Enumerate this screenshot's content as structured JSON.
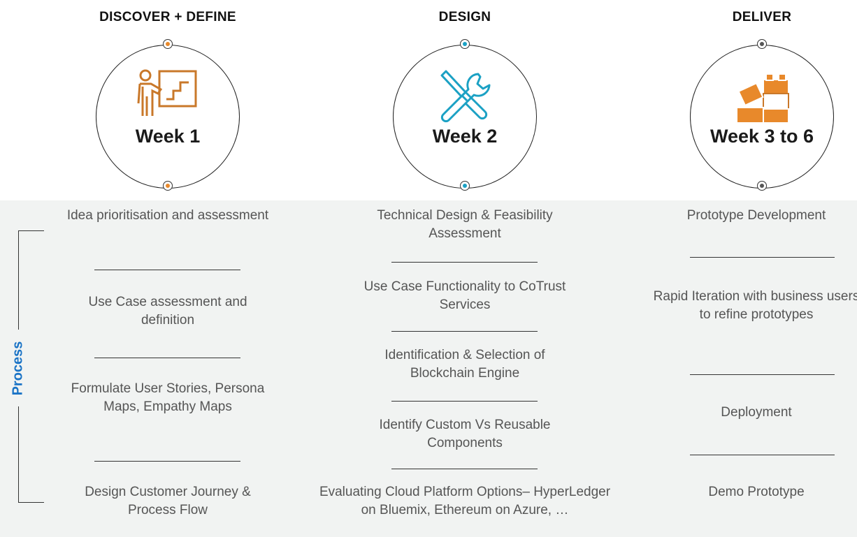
{
  "side_label": "Process",
  "phases": [
    {
      "title": "DISCOVER + DEFINE",
      "week": "Week 1",
      "icon": "presentation-icon",
      "accent": "#e8892b",
      "items": [
        "Idea prioritisation and assessment",
        "Use Case assessment and definition",
        "Formulate User Stories, Persona Maps, Empathy Maps",
        "Design Customer Journey & Process Flow"
      ]
    },
    {
      "title": "DESIGN",
      "week": "Week 2",
      "icon": "tools-icon",
      "accent": "#1ba1c4",
      "items": [
        "Technical Design & Feasibility Assessment",
        "Use Case Functionality to CoTrust Services",
        "Identification & Selection of Blockchain Engine",
        "Identify Custom Vs Reusable Components",
        "Evaluating Cloud Platform Options– HyperLedger on Bluemix, Ethereum on Azure, …"
      ]
    },
    {
      "title": "DELIVER",
      "week": "Week 3 to 6",
      "icon": "building-blocks-icon",
      "accent": "#e8892b",
      "items": [
        "Prototype Development",
        "Rapid Iteration with business users to refine prototypes",
        "Deployment",
        "Demo Prototype"
      ]
    }
  ]
}
